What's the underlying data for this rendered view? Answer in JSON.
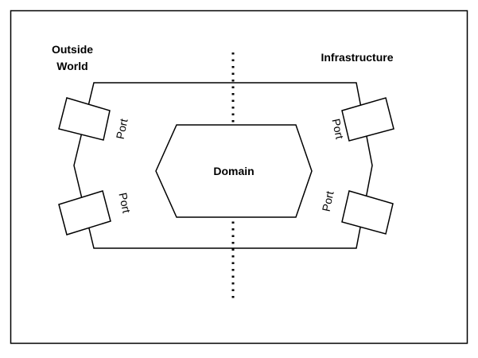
{
  "diagram": {
    "outside_world_line1": "Outside",
    "outside_world_line2": "World",
    "infrastructure_label": "Infrastructure",
    "domain_label": "Domain",
    "ports": [
      {
        "label": "Port"
      },
      {
        "label": "Port"
      },
      {
        "label": "Port"
      },
      {
        "label": "Port"
      }
    ]
  },
  "colors": {
    "stroke": "#000000",
    "background": "#ffffff"
  }
}
